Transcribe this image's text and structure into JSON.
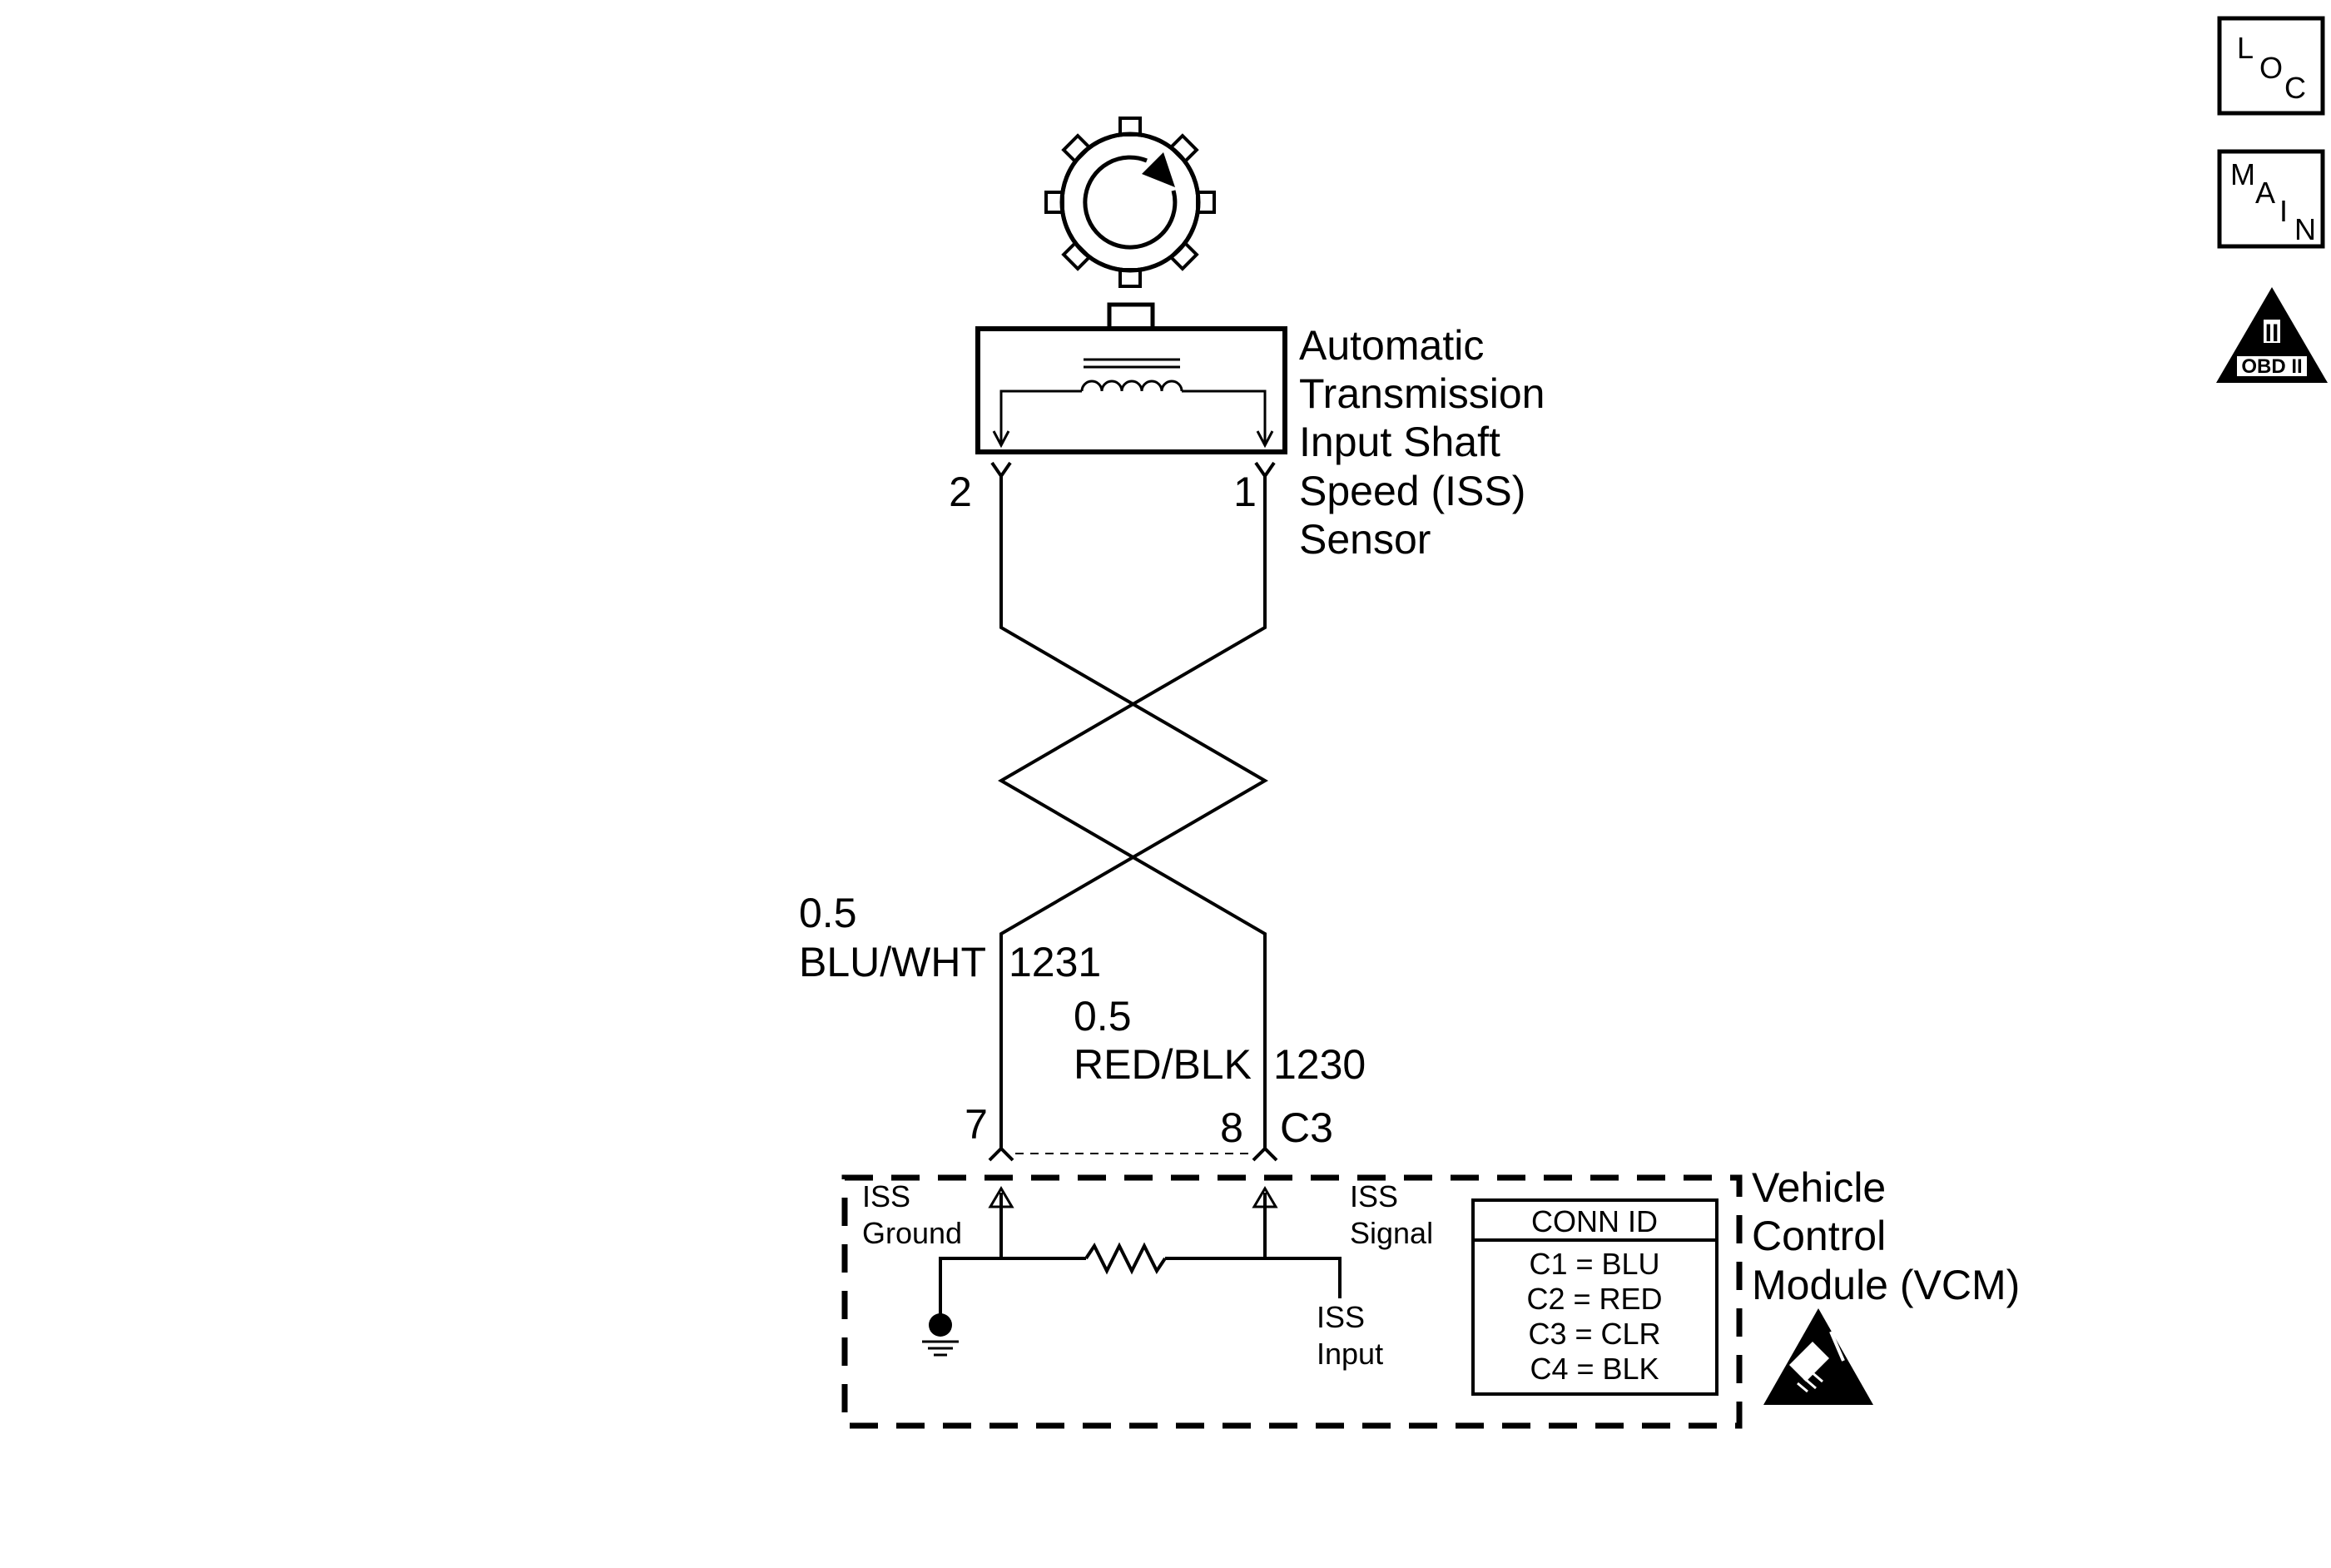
{
  "nav_buttons": {
    "loc": {
      "letters": [
        "L",
        "O",
        "C"
      ]
    },
    "main": {
      "letters": [
        "M",
        "A",
        "I",
        "N"
      ]
    },
    "obd": {
      "numeral": "II",
      "label": "OBD II"
    }
  },
  "sensor": {
    "name_lines": [
      "Automatic",
      "Transmission",
      "Input Shaft",
      "Speed (ISS)",
      "Sensor"
    ],
    "pin_left": "2",
    "pin_right": "1"
  },
  "wires": {
    "left": {
      "gauge": "0.5",
      "color": "BLU/WHT",
      "circuit": "1231"
    },
    "right": {
      "gauge": "0.5",
      "color": "RED/BLK",
      "circuit": "1230"
    }
  },
  "vcm_connector": {
    "pin_left": "7",
    "pin_right": "8",
    "connector": "C3"
  },
  "vcm": {
    "name_lines": [
      "Vehicle",
      "Control",
      "Module (VCM)"
    ],
    "iss_ground": [
      "ISS",
      "Ground"
    ],
    "iss_signal": [
      "ISS",
      "Signal"
    ],
    "iss_input": [
      "ISS",
      "Input"
    ]
  },
  "conn_id": {
    "header": "CONN ID",
    "rows": [
      "C1 = BLU",
      "C2 = RED",
      "C3 = CLR",
      "C4 = BLK"
    ]
  },
  "colors": {
    "line": "#000000",
    "background": "#ffffff"
  }
}
